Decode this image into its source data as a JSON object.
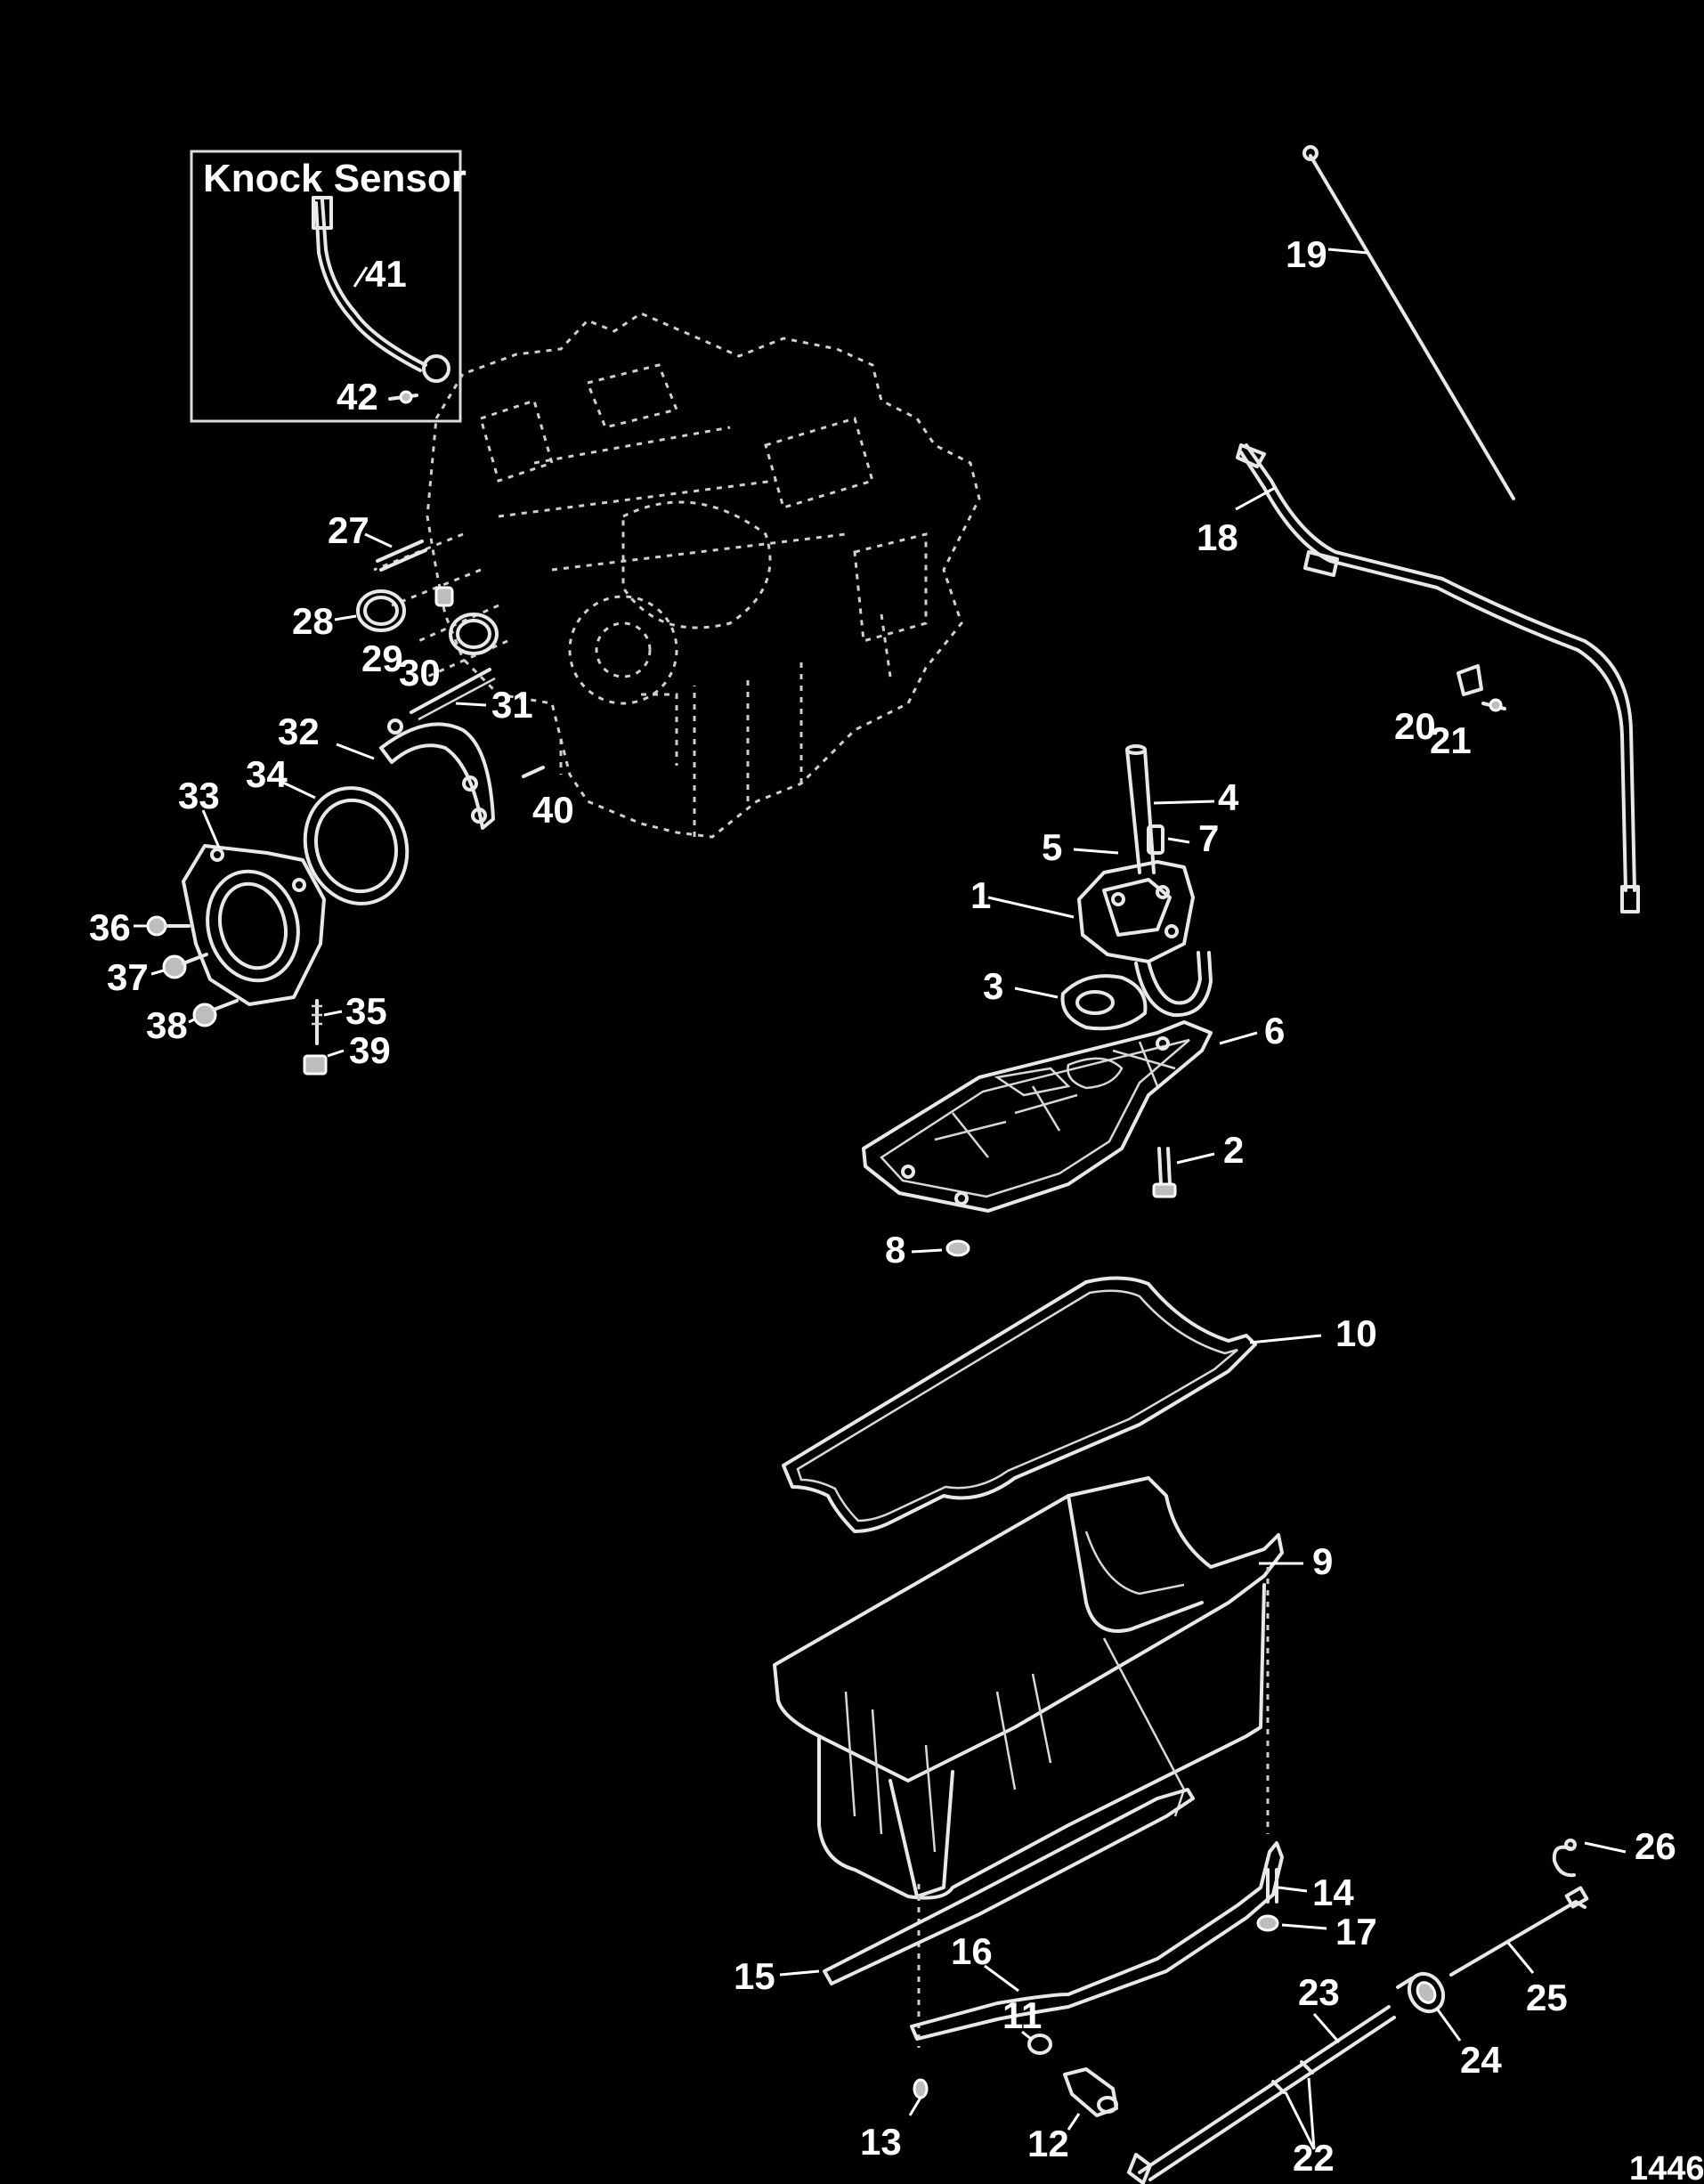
{
  "inset": {
    "title": "Knock Sensor"
  },
  "callouts": [
    {
      "id": "c1",
      "text": "1"
    },
    {
      "id": "c2",
      "text": "2"
    },
    {
      "id": "c3",
      "text": "3"
    },
    {
      "id": "c4",
      "text": "4"
    },
    {
      "id": "c5",
      "text": "5"
    },
    {
      "id": "c6",
      "text": "6"
    },
    {
      "id": "c7",
      "text": "7"
    },
    {
      "id": "c8",
      "text": "8"
    },
    {
      "id": "c9",
      "text": "9"
    },
    {
      "id": "c10",
      "text": "10"
    },
    {
      "id": "c11",
      "text": "11"
    },
    {
      "id": "c12",
      "text": "12"
    },
    {
      "id": "c13",
      "text": "13"
    },
    {
      "id": "c14",
      "text": "14"
    },
    {
      "id": "c15",
      "text": "15"
    },
    {
      "id": "c16",
      "text": "16"
    },
    {
      "id": "c17",
      "text": "17"
    },
    {
      "id": "c18",
      "text": "18"
    },
    {
      "id": "c19",
      "text": "19"
    },
    {
      "id": "c20",
      "text": "20"
    },
    {
      "id": "c21",
      "text": "21"
    },
    {
      "id": "c22",
      "text": "22"
    },
    {
      "id": "c23",
      "text": "23"
    },
    {
      "id": "c24",
      "text": "24"
    },
    {
      "id": "c25",
      "text": "25"
    },
    {
      "id": "c26",
      "text": "26"
    },
    {
      "id": "c27",
      "text": "27"
    },
    {
      "id": "c28",
      "text": "28"
    },
    {
      "id": "c29",
      "text": "29"
    },
    {
      "id": "c30",
      "text": "30"
    },
    {
      "id": "c31",
      "text": "31"
    },
    {
      "id": "c32",
      "text": "32"
    },
    {
      "id": "c33",
      "text": "33"
    },
    {
      "id": "c34",
      "text": "34"
    },
    {
      "id": "c35",
      "text": "35"
    },
    {
      "id": "c36",
      "text": "36"
    },
    {
      "id": "c37",
      "text": "37"
    },
    {
      "id": "c38",
      "text": "38"
    },
    {
      "id": "c39",
      "text": "39"
    },
    {
      "id": "c40",
      "text": "40"
    },
    {
      "id": "c41",
      "text": "41"
    },
    {
      "id": "c42",
      "text": "42"
    }
  ],
  "figure_ref": "1446"
}
